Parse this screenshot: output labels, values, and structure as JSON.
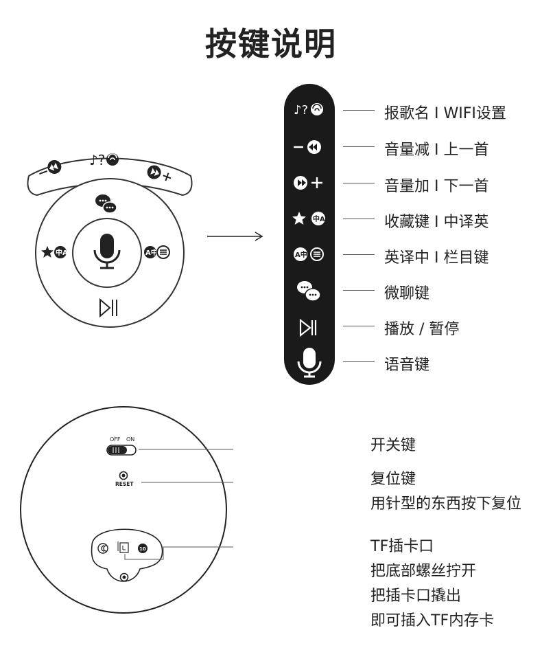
{
  "title": "按键说明",
  "legend": [
    {
      "icon": "song-wifi-icon",
      "label": "报歌名 I WIFI设置"
    },
    {
      "icon": "volume-down-prev-icon",
      "label": "音量减 I 上一首"
    },
    {
      "icon": "volume-up-next-icon",
      "label": "音量加 I 下一首"
    },
    {
      "icon": "favorite-translate-icon",
      "label": "收藏键 I 中译英"
    },
    {
      "icon": "translate-menu-icon",
      "label": "英译中 I 栏目键"
    },
    {
      "icon": "wechat-icon",
      "label": "微聊键"
    },
    {
      "icon": "play-pause-icon",
      "label": "播放 / 暂停"
    },
    {
      "icon": "microphone-icon",
      "label": "语音键"
    }
  ],
  "bottom": {
    "switch_off": "OFF",
    "switch_on": "ON",
    "reset_text": "RESET",
    "power_label": "开关键",
    "reset_label_1": "复位键",
    "reset_label_2": "用针型的东西按下复位",
    "tf_lines": [
      "TF插卡口",
      "把底部螺丝拧开",
      "把插卡口撬出",
      "即可插入TF内存卡"
    ]
  }
}
